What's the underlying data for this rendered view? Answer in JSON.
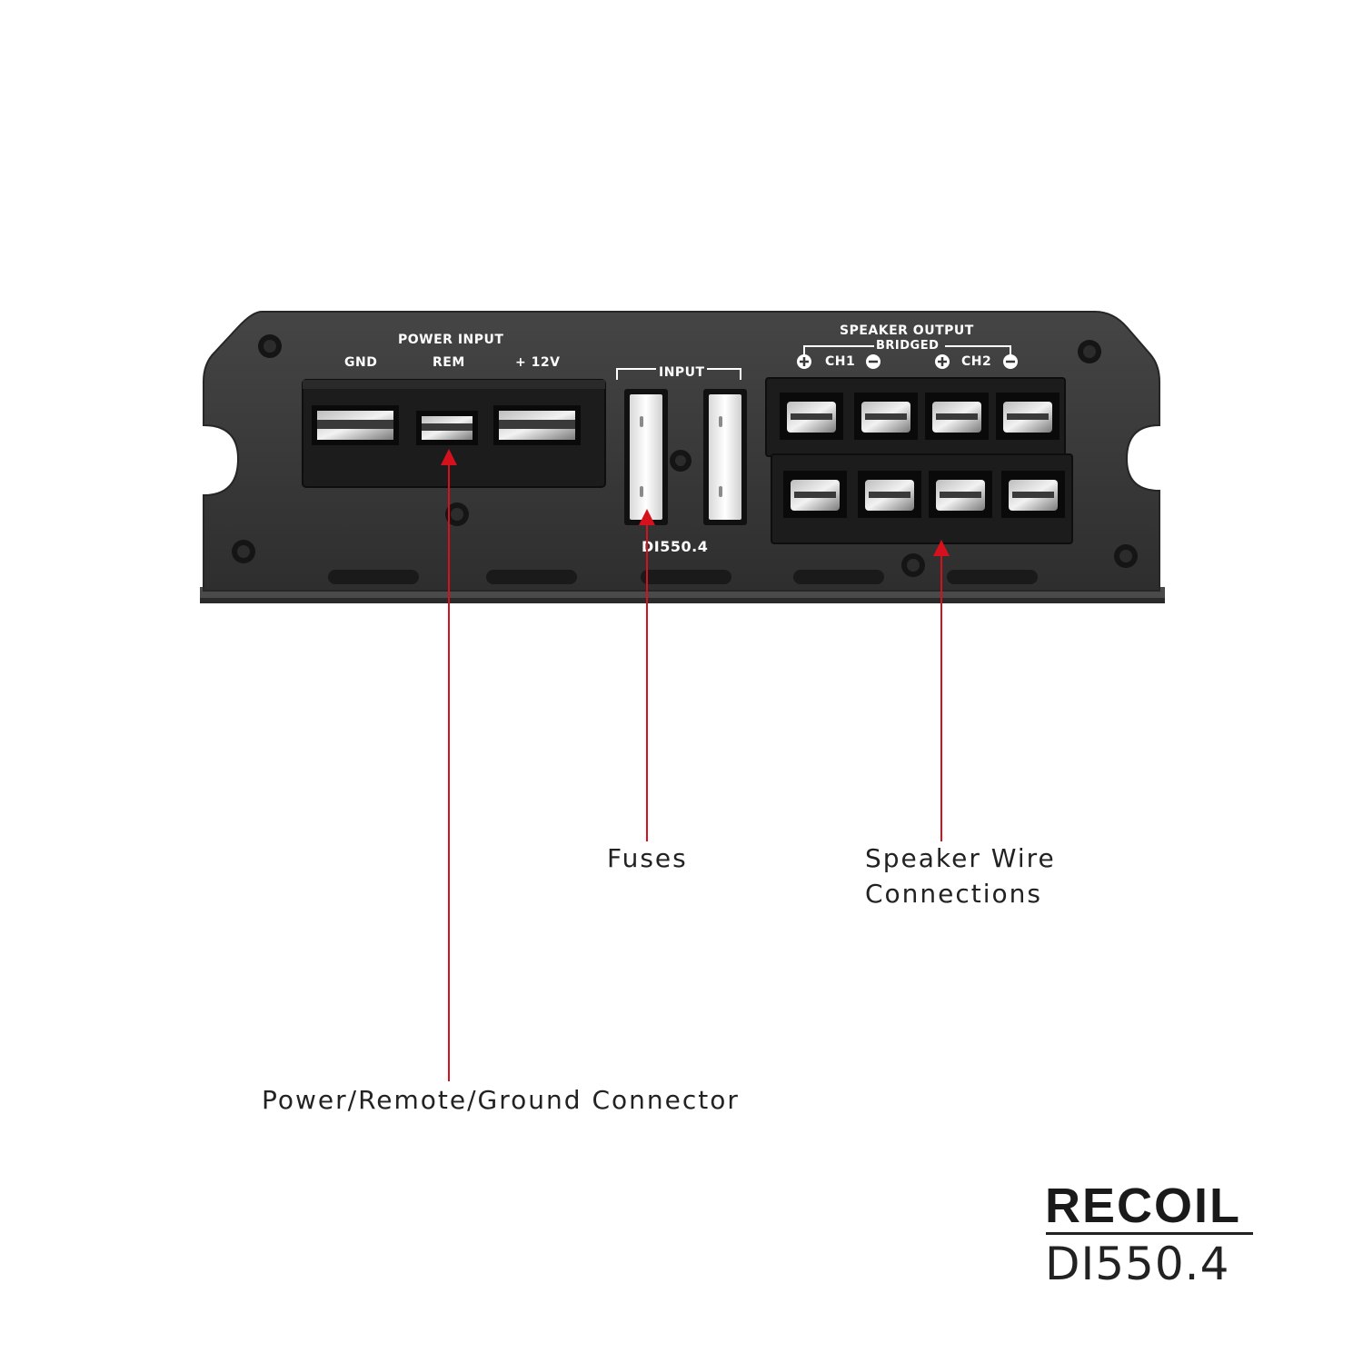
{
  "amplifier": {
    "power_input_label": "POWER INPUT",
    "gnd_label": "GND",
    "rem_label": "REM",
    "plus12_label": "+ 12V",
    "input_label": "INPUT",
    "speaker_output_label": "SPEAKER OUTPUT",
    "bridged_label": "BRIDGED",
    "ch1_label": "CH1",
    "ch2_label": "CH2",
    "model_label": "DI550.4",
    "body_color": "#3a3a3a",
    "block_color": "#1c1c1c"
  },
  "callouts": {
    "fuses": "Fuses",
    "speaker_line1": "Speaker Wire",
    "speaker_line2": "Connections",
    "power": "Power/Remote/Ground Connector",
    "arrow_color": "#d4111c"
  },
  "brand": {
    "logo": "RECOIL",
    "model": "DI550.4"
  }
}
